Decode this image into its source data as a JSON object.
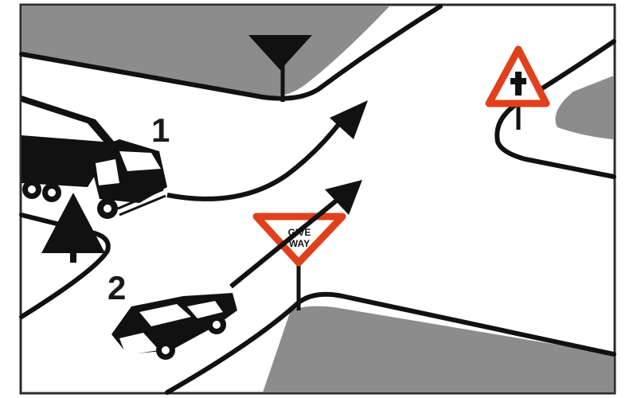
{
  "diagram": {
    "vehicle_labels": {
      "truck": "1",
      "car": "2"
    },
    "give_way_sign": {
      "line1": "GIVE",
      "line2": "WAY"
    },
    "colors": {
      "frame": "#2b2b2b",
      "road_line": "#111111",
      "kerb_fill": "#8c8c8c",
      "sign_border": "#e0401c",
      "sign_fill": "#ffffff",
      "arrow": "#111111"
    },
    "icons": [
      "priority-road-sign-icon",
      "junction-warning-sign-icon",
      "give-way-sign-icon",
      "tree-icon",
      "truck-icon",
      "car-icon"
    ]
  }
}
